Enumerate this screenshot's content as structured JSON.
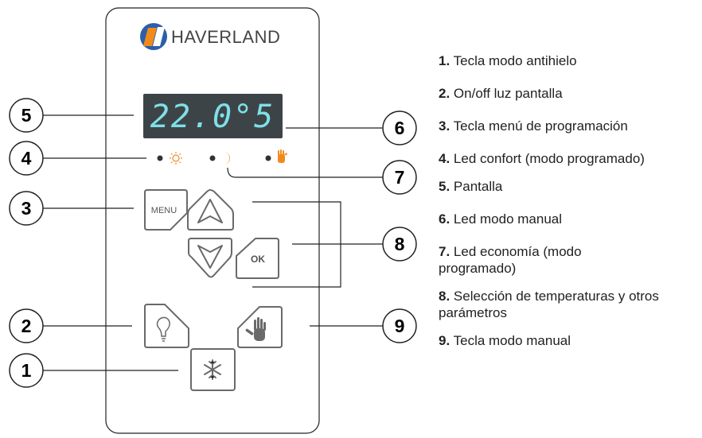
{
  "brand": {
    "name": "HAVERLAND"
  },
  "display": {
    "value": "22.0°5"
  },
  "buttons": {
    "menu_label": "MENU",
    "ok_label": "OK"
  },
  "callouts": [
    "5",
    "4",
    "3",
    "2",
    "1",
    "6",
    "7",
    "8",
    "9"
  ],
  "legend": [
    {
      "num": "1.",
      "text": "Tecla modo antihielo"
    },
    {
      "num": "2.",
      "text": "On/off luz pantalla"
    },
    {
      "num": "3.",
      "text": "Tecla menú de programación"
    },
    {
      "num": "4.",
      "text": "Led confort (modo programado)"
    },
    {
      "num": "5.",
      "text": "Pantalla"
    },
    {
      "num": "6.",
      "text": "Led modo manual"
    },
    {
      "num": "7.",
      "text": "Led economía (modo programado)"
    },
    {
      "num": "8.",
      "text": "Selección de temperaturas y otros parámetros"
    },
    {
      "num": "9.",
      "text": "Tecla modo manual"
    }
  ],
  "icons": [
    "sun-icon",
    "moon-icon",
    "hand-icon",
    "bulb-icon",
    "snowflake-icon",
    "up-arrow-icon",
    "down-arrow-icon",
    "haverland-logo"
  ],
  "colors": {
    "display_bg": "#3d4448",
    "display_digits": "#7fe0e8",
    "logo_blue": "#2b5fa8",
    "logo_orange": "#f08a1c",
    "button_stroke": "#6a6a6a"
  }
}
